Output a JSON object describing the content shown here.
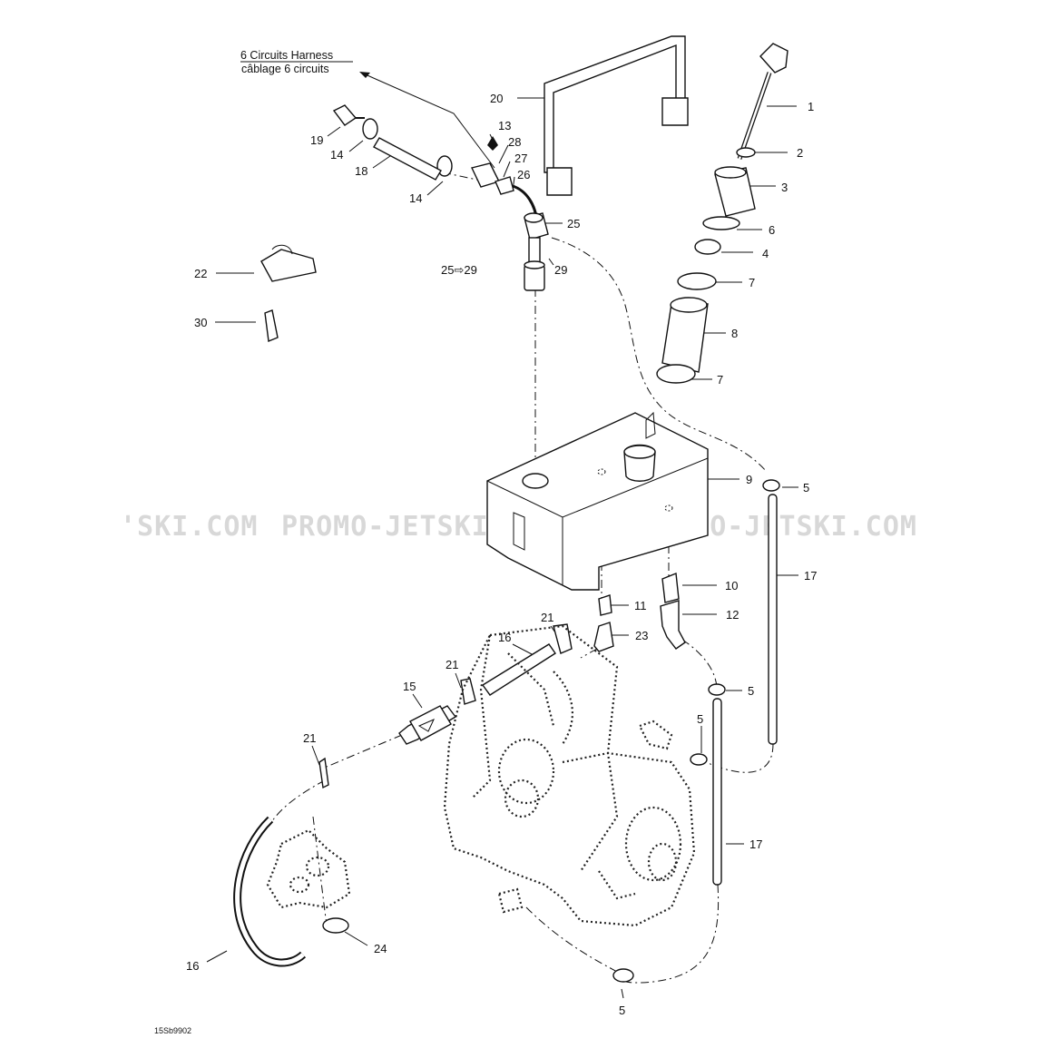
{
  "watermark": {
    "left": "'SKI.COM",
    "middle": "PROMO-JETSKI.COM",
    "right": "PROMO-JETSKI.COM"
  },
  "header": {
    "line1": "6 Circuits Harness",
    "line2": "câblage 6 circuits"
  },
  "figure_code": "15Sb9902",
  "callouts": [
    {
      "id": "c1",
      "text": "1"
    },
    {
      "id": "c2",
      "text": "2"
    },
    {
      "id": "c3",
      "text": "3"
    },
    {
      "id": "c6",
      "text": "6"
    },
    {
      "id": "c4",
      "text": "4"
    },
    {
      "id": "c7a",
      "text": "7"
    },
    {
      "id": "c8",
      "text": "8"
    },
    {
      "id": "c7b",
      "text": "7"
    },
    {
      "id": "c9",
      "text": "9"
    },
    {
      "id": "c5a",
      "text": "5"
    },
    {
      "id": "c17a",
      "text": "17"
    },
    {
      "id": "c10",
      "text": "10"
    },
    {
      "id": "c11",
      "text": "11"
    },
    {
      "id": "c12",
      "text": "12"
    },
    {
      "id": "c23",
      "text": "23"
    },
    {
      "id": "c21a",
      "text": "21"
    },
    {
      "id": "c16a",
      "text": "16"
    },
    {
      "id": "c21b",
      "text": "21"
    },
    {
      "id": "c15",
      "text": "15"
    },
    {
      "id": "c5b",
      "text": "5"
    },
    {
      "id": "c5c",
      "text": "5"
    },
    {
      "id": "c21c",
      "text": "21"
    },
    {
      "id": "c17b",
      "text": "17"
    },
    {
      "id": "c24",
      "text": "24"
    },
    {
      "id": "c16b",
      "text": "16"
    },
    {
      "id": "c5d",
      "text": "5"
    },
    {
      "id": "c20",
      "text": "20"
    },
    {
      "id": "c13",
      "text": "13"
    },
    {
      "id": "c28",
      "text": "28"
    },
    {
      "id": "c27",
      "text": "27"
    },
    {
      "id": "c26",
      "text": "26"
    },
    {
      "id": "c19",
      "text": "19"
    },
    {
      "id": "c14a",
      "text": "14"
    },
    {
      "id": "c18",
      "text": "18"
    },
    {
      "id": "c14b",
      "text": "14"
    },
    {
      "id": "c25",
      "text": "25"
    },
    {
      "id": "c2529",
      "text": "25⇨29"
    },
    {
      "id": "c29",
      "text": "29"
    },
    {
      "id": "c22",
      "text": "22"
    },
    {
      "id": "c30",
      "text": "30"
    }
  ]
}
